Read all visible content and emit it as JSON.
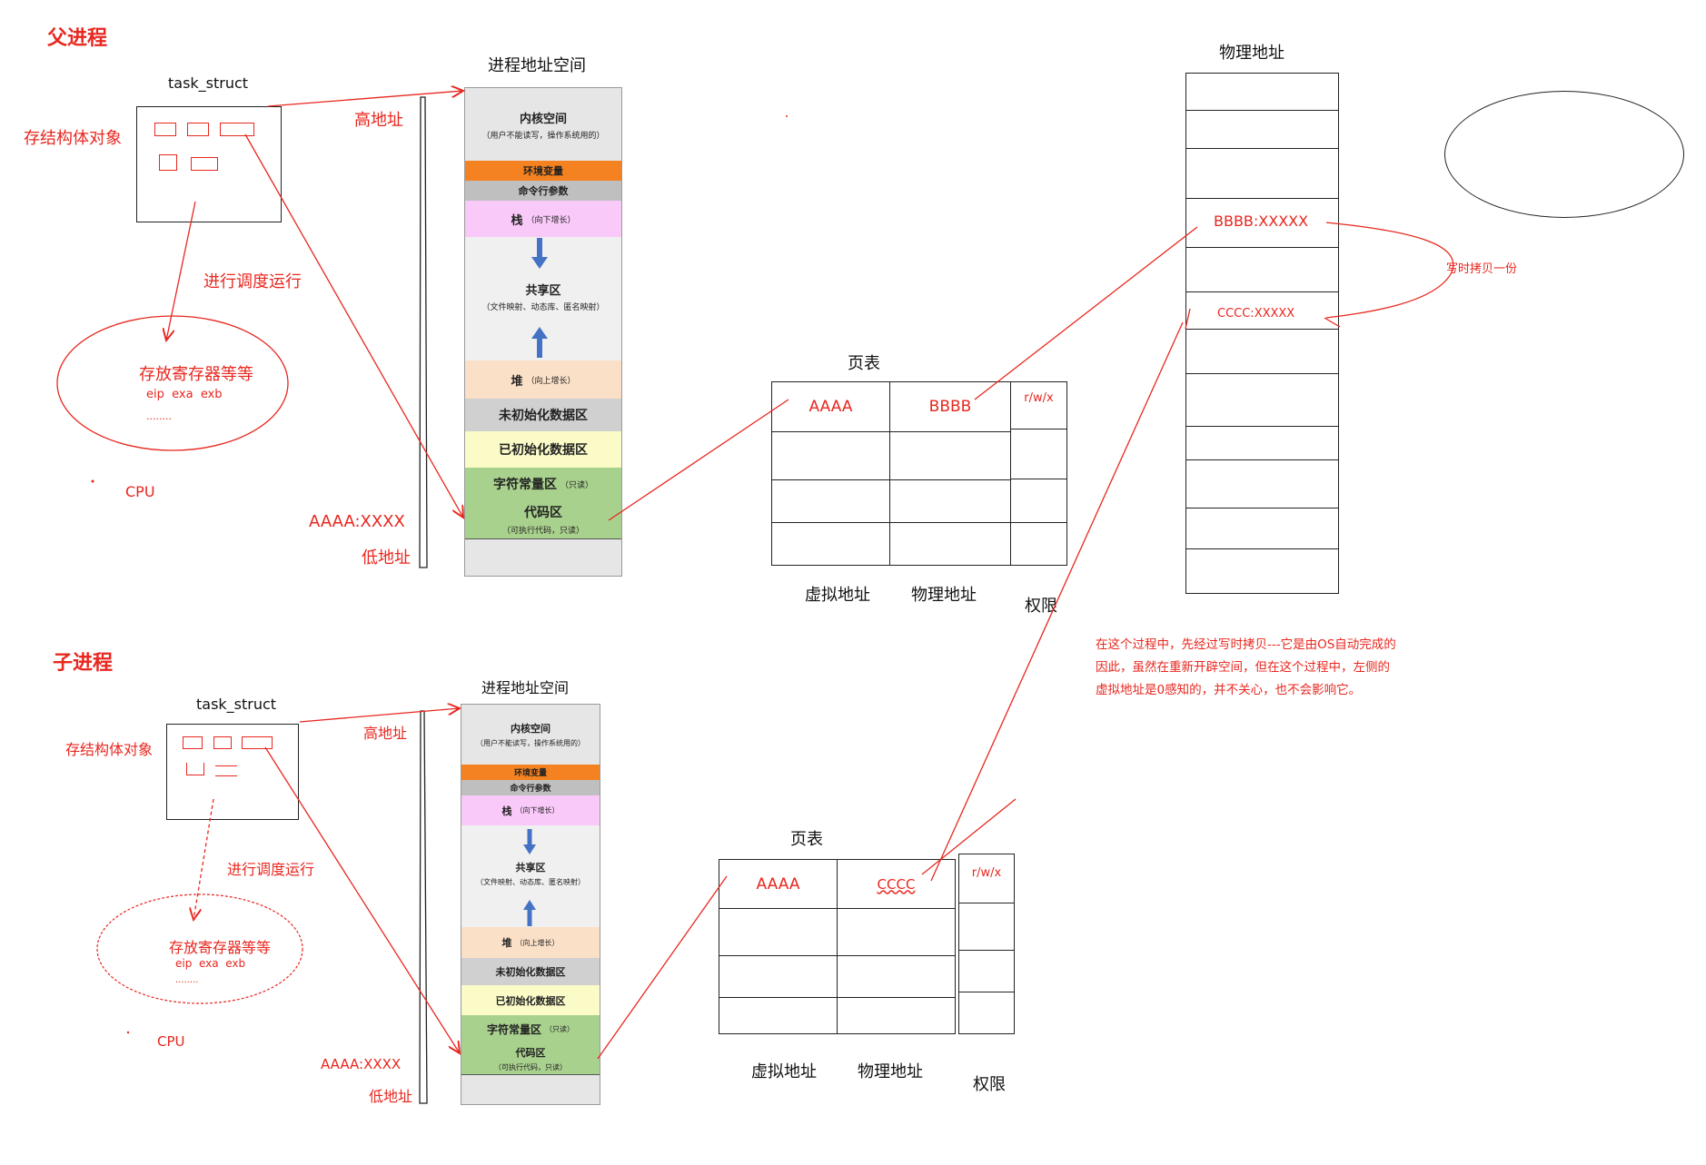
{
  "parent": {
    "title": "父进程",
    "task_struct": "task_struct",
    "store_struct": "存结构体对象",
    "schedule": "进行调度运行",
    "registers": "存放寄存器等等",
    "reg_names": "eip  exa  exb",
    "dots": "........",
    "cpu": "CPU",
    "high_addr": "高地址",
    "low_addr": "低地址",
    "code_addr": "AAAA:XXXX"
  },
  "child": {
    "title": "子进程",
    "task_struct": "task_struct",
    "store_struct": "存结构体对象",
    "schedule": "进行调度运行",
    "registers": "存放寄存器等等",
    "reg_names": "eip  exa  exb",
    "dots": "........",
    "cpu": "CPU",
    "high_addr": "高地址",
    "low_addr": "低地址",
    "code_addr": "AAAA:XXXX"
  },
  "address_space": {
    "title": "进程地址空间",
    "kernel": "内核空间",
    "kernel_sub": "（用户不能读写，操作系统用的）",
    "env": "环境变量",
    "cmdline": "命令行参数",
    "stack": "栈",
    "stack_sub": "（向下增长）",
    "shared": "共享区",
    "shared_sub": "（文件映射、动态库、匿名映射）",
    "heap": "堆",
    "heap_sub": "（向上增长）",
    "bss": "未初始化数据区",
    "data": "已初始化数据区",
    "rodata": "字符常量区",
    "rodata_sub": "（只读）",
    "code": "代码区",
    "code_sub": "（可执行代码，只读）"
  },
  "page_table_parent": {
    "title": "页表",
    "virt": "AAAA",
    "phys": "BBBB",
    "perm": "r/w/x",
    "col_virt": "虚拟地址",
    "col_phys": "物理地址",
    "col_perm": "权限"
  },
  "page_table_child": {
    "title": "页表",
    "virt": "AAAA",
    "phys": "CCCC",
    "perm": "r/w/x",
    "col_virt": "虚拟地址",
    "col_phys": "物理地址",
    "col_perm": "权限"
  },
  "physical": {
    "title": "物理地址",
    "bbbb": "BBBB:XXXXX",
    "cccc": "CCCC:XXXXX",
    "cow": "写时拷贝一份"
  },
  "note": {
    "line1": "在这个过程中，先经过写时拷贝---它是由OS自动完成的",
    "line2": "因此，虽然在重新开辟空间，但在这个过程中，左侧的",
    "line3": "虚拟地址是0感知的，并不关心，也不会影响它。"
  },
  "colors": {
    "red": "#e8271f",
    "env": "#f58220",
    "cmdline": "#bfbfbf",
    "stack": "#f9c9f9",
    "shared": "#f0f0f0",
    "heap": "#fbe0c8",
    "bss": "#d0d0d0",
    "data": "#fbfbc8",
    "rodata": "#a9d18e",
    "code": "#a9d18e",
    "arrow": "#4472c4"
  }
}
